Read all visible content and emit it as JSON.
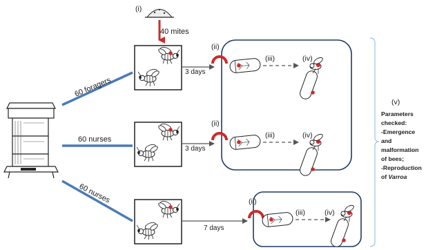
{
  "labels": {
    "mites_source": "(i)",
    "mites_count": "40 mites",
    "foragers": "60 foragers",
    "nurses_middle": "60 nurses",
    "nurses_bottom": "60 nurses",
    "days_top": "3 days",
    "days_middle": "3 days",
    "days_bottom": "7 days",
    "step_ii": "(ii)",
    "step_iii": "(iii)",
    "step_iv": "(iv)",
    "step_v": "(v)"
  },
  "parameters": {
    "lines": [
      "Parameters",
      "checked:",
      "-Emergence",
      "and",
      "malformation",
      "of bees;",
      "-Reproduction"
    ],
    "last_prefix": "of ",
    "last_species": "Varroa"
  },
  "colors": {
    "arrow_blue": "#4a7ab8",
    "mite_arrow_red": "#cc2b2b",
    "box_border": "#1f3864",
    "bracket": "#9dc3e6"
  }
}
